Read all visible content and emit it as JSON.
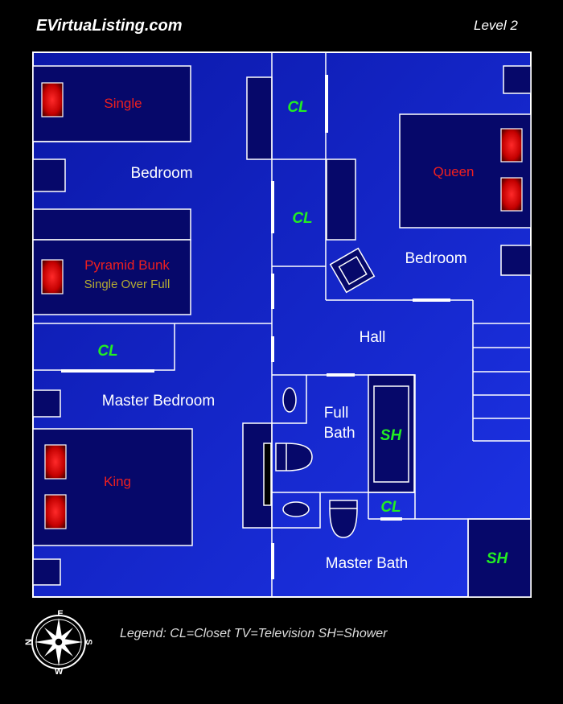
{
  "header": {
    "site": "EVirtuaListing.com",
    "level": "Level 2"
  },
  "colors": {
    "floor": "#1a2fd6",
    "box": "#06086a",
    "wall": "#ffffff",
    "closet_text": "#22ee22",
    "bed_text": "#ee1f1f",
    "sub_text": "#b3aa33"
  },
  "rooms": {
    "bedroom1": "Bedroom",
    "bedroom2": "Bedroom",
    "master_bedroom": "Master Bedroom",
    "hall": "Hall",
    "full_bath_1": "Full",
    "full_bath_2": "Bath",
    "master_bath": "Master Bath"
  },
  "beds": {
    "single": "Single",
    "queen": "Queen",
    "bunk": "Pyramid Bunk",
    "bunk_sub": "Single Over Full",
    "king": "King"
  },
  "closets": {
    "cl": "CL",
    "sh": "SH"
  },
  "legend": "Legend: CL=Closet TV=Television SH=Shower",
  "compass": {
    "n": "N",
    "s": "S",
    "e": "E",
    "w": "W"
  }
}
